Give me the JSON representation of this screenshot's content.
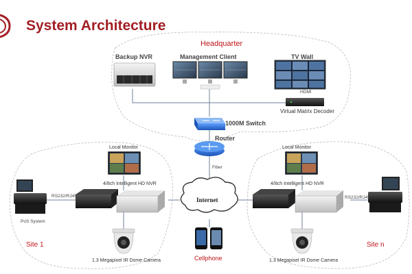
{
  "title": "System Architecture",
  "headquarter": "Headquarter",
  "labels": {
    "backup_nvr": "Backup NVR",
    "management_client": "Management Client",
    "tv_wall": "TV Wall",
    "hdmi": "HDMI",
    "matrix_decoder": "Virtual Matrix Decoder",
    "switch": "1000M Switch",
    "router": "Router",
    "fiber": "Fiber",
    "internet": "Internet",
    "cellphone": "Cellphone",
    "local_monitor_left": "Local  Monitor",
    "local_monitor_right": "Local  Monitor",
    "nvr_left": "4/8ch Intelligent HD NVR",
    "nvr_right": "4/8ch Intelligent HD NVR",
    "rs232_left": "RS232/RJ45",
    "rs232_right": "RS232/RJ45",
    "pos_system": "PoS System",
    "site1": "Site 1",
    "siten": "Site n",
    "camera_left": "1.3 Megapixel IR Dome Camera",
    "camera_right": "1.3 Megapixel IR Dome Camera"
  },
  "colors": {
    "brand_red": "#a21f24",
    "accent_red": "#c0141a",
    "switch_blue": "#2a6fd0",
    "line": "#6f7f9a"
  }
}
